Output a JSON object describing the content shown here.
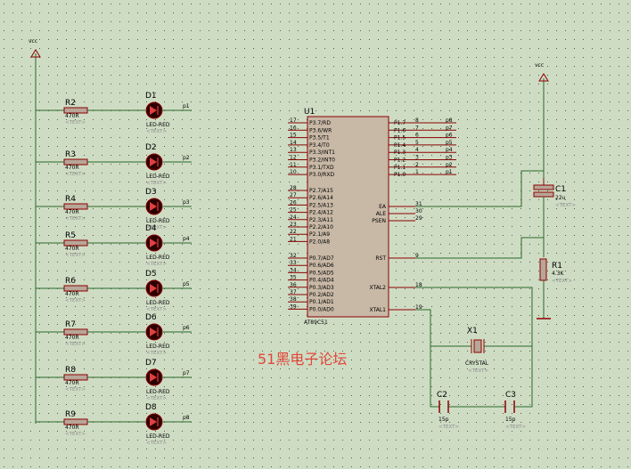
{
  "colors": {
    "background": "#cfdcc4",
    "grid": "#4f5e46",
    "wire": "#2a6a2a",
    "component": "#8b0000",
    "chip_fill": "#c8b8a6",
    "watermark": "#e0483a"
  },
  "power": {
    "vcc_left": "vcc",
    "vcc_right": "vcc"
  },
  "rows": [
    {
      "resistor": "R2",
      "rvalue": "470R",
      "diode": "D1",
      "dtype": "LED-RED",
      "net": "p1"
    },
    {
      "resistor": "R3",
      "rvalue": "470R",
      "diode": "D2",
      "dtype": "LED-RED",
      "net": "p2"
    },
    {
      "resistor": "R4",
      "rvalue": "470R",
      "diode": "D3",
      "dtype": "LED-RED",
      "net": "p3"
    },
    {
      "resistor": "R5",
      "rvalue": "470R",
      "diode": "D4",
      "dtype": "LED-RED",
      "net": "p4"
    },
    {
      "resistor": "R6",
      "rvalue": "470R",
      "diode": "D5",
      "dtype": "LED-RED",
      "net": "p5"
    },
    {
      "resistor": "R7",
      "rvalue": "470R",
      "diode": "D6",
      "dtype": "LED-RED",
      "net": "p6"
    },
    {
      "resistor": "R8",
      "rvalue": "470R",
      "diode": "D7",
      "dtype": "LED-RED",
      "net": "p7"
    },
    {
      "resistor": "R9",
      "rvalue": "470R",
      "diode": "D8",
      "dtype": "LED-RED",
      "net": "p8"
    }
  ],
  "text_placeholder": "<TEXT>",
  "chip": {
    "ref": "U1",
    "part": "AT89C51",
    "left_pins": [
      {
        "num": "17",
        "name": "P3.7/RD"
      },
      {
        "num": "16",
        "name": "P3.6/WR"
      },
      {
        "num": "15",
        "name": "P3.5/T1"
      },
      {
        "num": "14",
        "name": "P3.4/T0"
      },
      {
        "num": "13",
        "name": "P3.3/INT1"
      },
      {
        "num": "12",
        "name": "P3.2/INT0"
      },
      {
        "num": "11",
        "name": "P3.1/TXD"
      },
      {
        "num": "10",
        "name": "P3.0/RXD"
      },
      {
        "num": "28",
        "name": "P2.7/A15"
      },
      {
        "num": "27",
        "name": "P2.6/A14"
      },
      {
        "num": "26",
        "name": "P2.5/A13"
      },
      {
        "num": "25",
        "name": "P2.4/A12"
      },
      {
        "num": "24",
        "name": "P2.3/A11"
      },
      {
        "num": "23",
        "name": "P2.2/A10"
      },
      {
        "num": "22",
        "name": "P2.1/A9"
      },
      {
        "num": "21",
        "name": "P2.0/A8"
      },
      {
        "num": "32",
        "name": "P0.7/AD7"
      },
      {
        "num": "33",
        "name": "P0.6/AD6"
      },
      {
        "num": "34",
        "name": "P0.5/AD5"
      },
      {
        "num": "35",
        "name": "P0.4/AD4"
      },
      {
        "num": "36",
        "name": "P0.3/AD3"
      },
      {
        "num": "37",
        "name": "P0.2/AD2"
      },
      {
        "num": "38",
        "name": "P0.1/AD1"
      },
      {
        "num": "39",
        "name": "P0.0/AD0"
      }
    ],
    "right_pins": [
      {
        "num": "8",
        "name": "P1.7",
        "net": "p8"
      },
      {
        "num": "7",
        "name": "P1.6",
        "net": "p7"
      },
      {
        "num": "6",
        "name": "P1.5",
        "net": "p6"
      },
      {
        "num": "5",
        "name": "P1.4",
        "net": "p5"
      },
      {
        "num": "4",
        "name": "P1.3",
        "net": "p4"
      },
      {
        "num": "3",
        "name": "P1.2",
        "net": "p3"
      },
      {
        "num": "2",
        "name": "P1.1",
        "net": "p2"
      },
      {
        "num": "1",
        "name": "P1.0",
        "net": "p1"
      }
    ],
    "ctrl_pins": [
      {
        "num": "31",
        "name": "EA"
      },
      {
        "num": "30",
        "name": "ALE"
      },
      {
        "num": "29",
        "name": "PSEN"
      },
      {
        "num": "9",
        "name": "RST"
      },
      {
        "num": "18",
        "name": "XTAL2"
      },
      {
        "num": "19",
        "name": "XTAL1"
      }
    ]
  },
  "parts": {
    "c1": {
      "ref": "C1",
      "value": "22u"
    },
    "r1": {
      "ref": "R1",
      "value": "4.3K"
    },
    "x1": {
      "ref": "X1",
      "value": "CRYSTAL"
    },
    "c2": {
      "ref": "C2",
      "value": "15p"
    },
    "c3": {
      "ref": "C3",
      "value": "15p"
    }
  },
  "watermark": "51黑电子论坛"
}
